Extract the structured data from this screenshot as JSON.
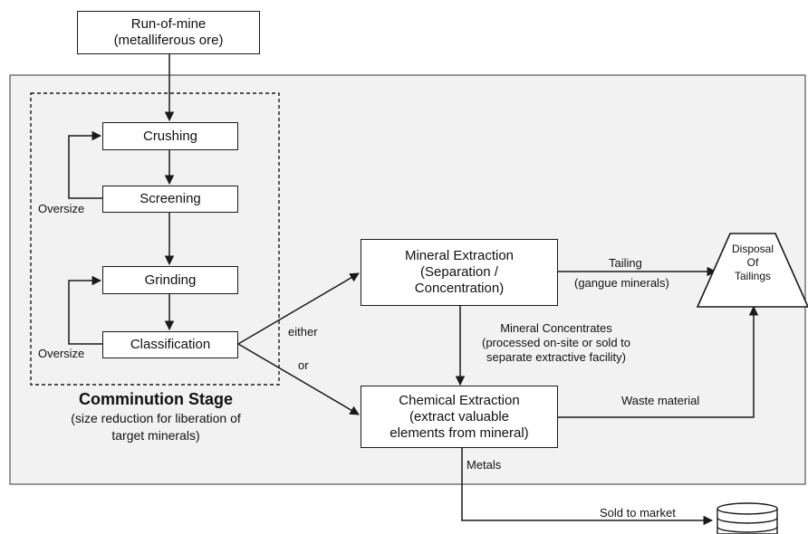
{
  "nodes": {
    "run_of_mine": {
      "line1": "Run-of-mine",
      "line2": "(metalliferous ore)"
    },
    "crushing": "Crushing",
    "screening": "Screening",
    "grinding": "Grinding",
    "classification": "Classification",
    "mineral_extraction": {
      "line1": "Mineral Extraction",
      "line2": "(Separation /",
      "line3": "Concentration)"
    },
    "chemical_extraction": {
      "line1": "Chemical Extraction",
      "line2": "(extract valuable",
      "line3": "elements from mineral)"
    },
    "disposal": {
      "line1": "Disposal",
      "line2": "Of",
      "line3": "Tailings"
    }
  },
  "labels": {
    "oversize_top": "Oversize",
    "oversize_bottom": "Oversize",
    "either": "either",
    "or": "or",
    "tailing": "Tailing",
    "gangue": "(gangue minerals)",
    "concentrates_line1": "Mineral Concentrates",
    "concentrates_line2": "(processed on-site or sold to",
    "concentrates_line3": "separate extractive facility)",
    "waste": "Waste material",
    "metals": "Metals",
    "sold": "Sold to market"
  },
  "stage": {
    "title": "Comminution Stage",
    "subtitle_line1": "(size reduction for liberation of",
    "subtitle_line2": "target minerals)"
  },
  "colors": {
    "panel_fill": "#f2f2f2",
    "stroke": "#1a1a1a"
  }
}
